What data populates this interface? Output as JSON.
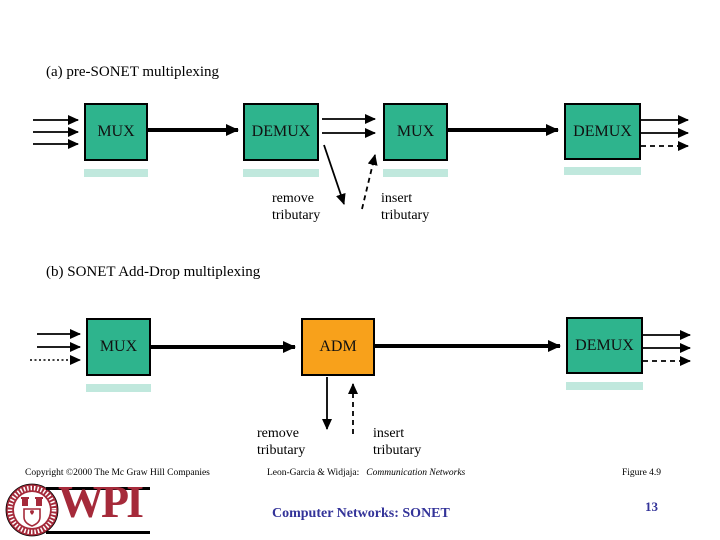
{
  "slide": {
    "section_a": {
      "title": "(a)  pre-SONET multiplexing",
      "boxes": {
        "mux1": "MUX",
        "demux1": "DEMUX",
        "mux2": "MUX",
        "demux2": "DEMUX"
      },
      "labels": {
        "remove_tributary": "remove\ntributary",
        "insert_tributary": "insert\ntributary"
      }
    },
    "section_b": {
      "title": "(b)  SONET Add-Drop multiplexing",
      "boxes": {
        "mux": "MUX",
        "adm": "ADM",
        "demux": "DEMUX"
      },
      "labels": {
        "remove_tributary": "remove\ntributary",
        "insert_tributary": "insert\ntributary"
      }
    }
  },
  "footer": {
    "copyright": "Copyright ©2000 The Mc Graw Hill Companies",
    "citation_authors": "Leon-Garcia & Widjaja:",
    "citation_book": "Communication Networks",
    "figure_label": "Figure 4.9",
    "course_title": "Computer Networks: SONET",
    "page_number": "13",
    "logo_text": "WPI"
  },
  "colors": {
    "box_green": "#2eb48d",
    "box_orange": "#f8a11b",
    "accent_navy": "#333399",
    "wpi_maroon": "#a52a3a",
    "arrow_black": "#000000"
  }
}
